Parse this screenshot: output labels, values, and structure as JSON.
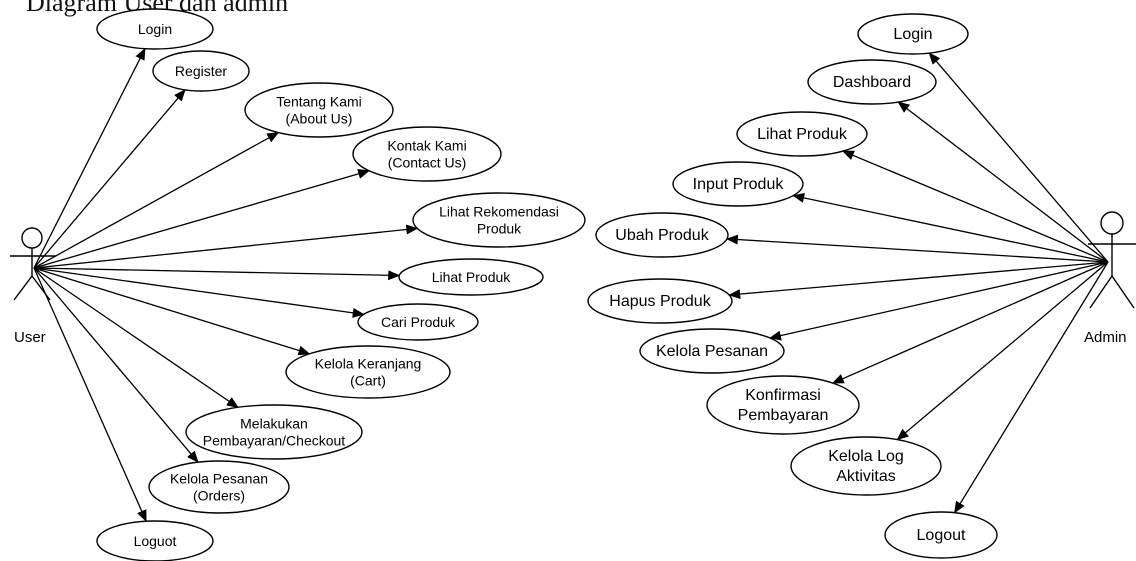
{
  "title": "Diagram User dan admin",
  "actors": {
    "user": {
      "label": "User"
    },
    "admin": {
      "label": "Admin"
    }
  },
  "user_use_cases": [
    {
      "id": "login",
      "lines": [
        "Login"
      ]
    },
    {
      "id": "register",
      "lines": [
        "Register"
      ]
    },
    {
      "id": "about",
      "lines": [
        "Tentang Kami",
        "(About Us)"
      ]
    },
    {
      "id": "contact",
      "lines": [
        "Kontak Kami",
        "(Contact Us)"
      ]
    },
    {
      "id": "rekomendasi",
      "lines": [
        "Lihat Rekomendasi",
        "Produk"
      ]
    },
    {
      "id": "lihat-produk",
      "lines": [
        "Lihat Produk"
      ]
    },
    {
      "id": "cari-produk",
      "lines": [
        "Cari Produk"
      ]
    },
    {
      "id": "keranjang",
      "lines": [
        "Kelola Keranjang",
        "(Cart)"
      ]
    },
    {
      "id": "checkout",
      "lines": [
        "Melakukan",
        "Pembayaran/Checkout"
      ]
    },
    {
      "id": "pesanan",
      "lines": [
        "Kelola Pesanan",
        "(Orders)"
      ]
    },
    {
      "id": "logout",
      "lines": [
        "Loguot"
      ]
    }
  ],
  "admin_use_cases": [
    {
      "id": "login",
      "lines": [
        "Login"
      ]
    },
    {
      "id": "dashboard",
      "lines": [
        "Dashboard"
      ]
    },
    {
      "id": "lihat-produk",
      "lines": [
        "Lihat Produk"
      ]
    },
    {
      "id": "input-produk",
      "lines": [
        "Input Produk"
      ]
    },
    {
      "id": "ubah-produk",
      "lines": [
        "Ubah Produk"
      ]
    },
    {
      "id": "hapus-produk",
      "lines": [
        "Hapus Produk"
      ]
    },
    {
      "id": "kelola-pesanan",
      "lines": [
        "Kelola Pesanan"
      ]
    },
    {
      "id": "konfirmasi",
      "lines": [
        "Konfirmasi",
        "Pembayaran"
      ]
    },
    {
      "id": "log-aktivitas",
      "lines": [
        "Kelola Log",
        "Aktivitas"
      ]
    },
    {
      "id": "logout",
      "lines": [
        "Logout"
      ]
    }
  ]
}
